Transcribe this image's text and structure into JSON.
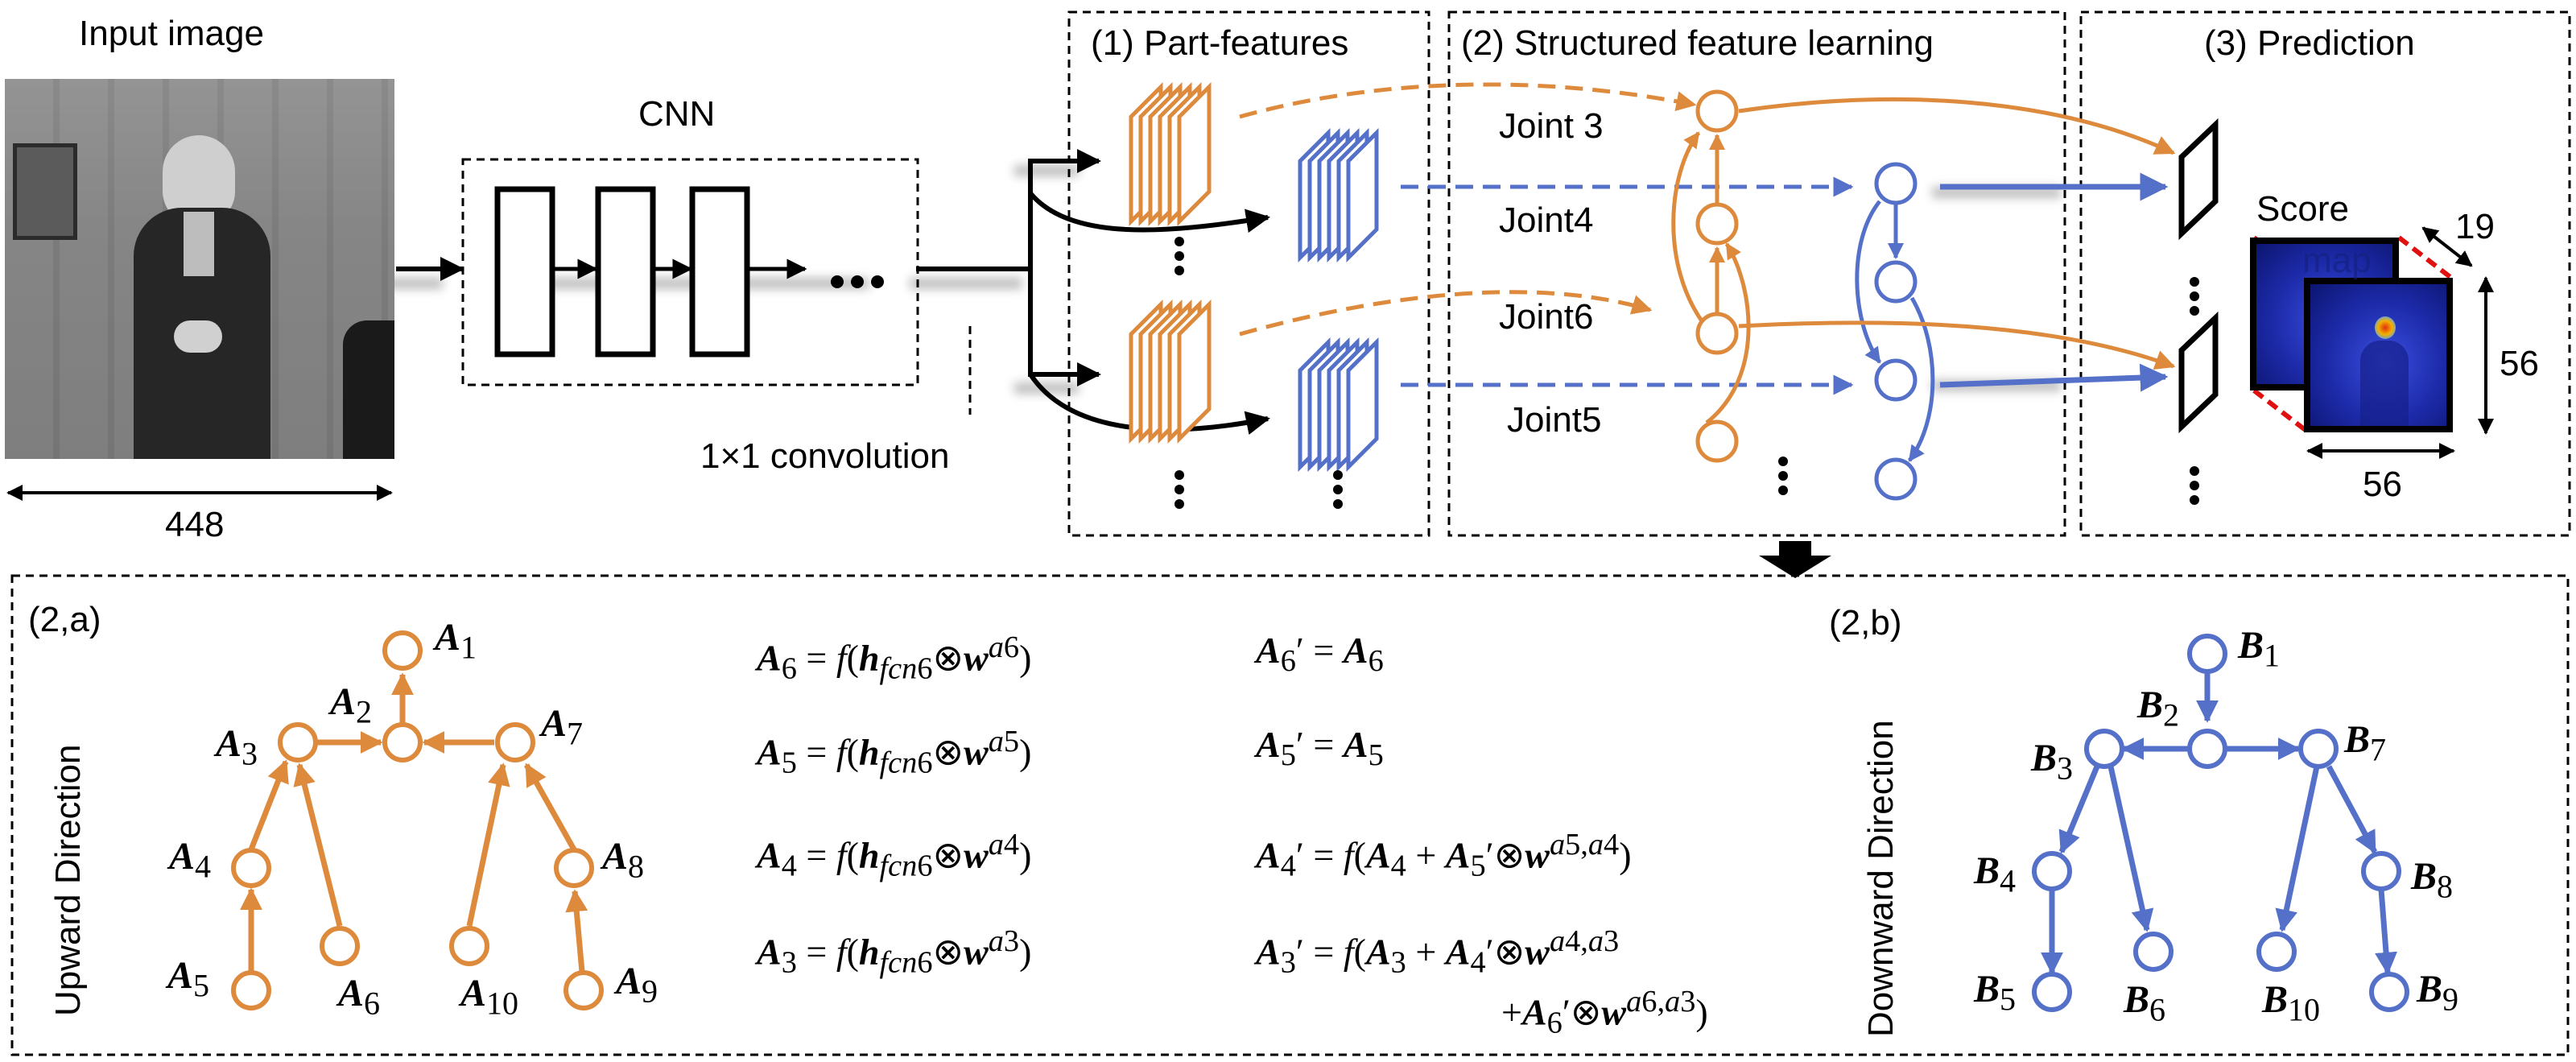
{
  "labels": {
    "input_image": "Input image",
    "input_size": "448",
    "cnn": "CNN",
    "conv": "1×1 convolution",
    "dots": "•••"
  },
  "stages": {
    "s1": "(1) Part-features",
    "s2": "(2) Structured feature learning",
    "s3": "(3) Prediction"
  },
  "joints": [
    "Joint 3",
    "Joint4",
    "Joint6",
    "Joint5"
  ],
  "score_map": {
    "title_line1": "Score",
    "title_line2": "map",
    "depth": "19",
    "height": "56",
    "width": "56"
  },
  "panel_a": {
    "tag": "(2,a)",
    "direction": "Upward Direction"
  },
  "panel_b": {
    "tag": "(2,b)",
    "direction": "Downward Direction"
  },
  "tree_a_nodes": [
    "A1",
    "A2",
    "A3",
    "A4",
    "A5",
    "A6",
    "A7",
    "A8",
    "A9",
    "A10"
  ],
  "tree_b_nodes": [
    "B1",
    "B2",
    "B3",
    "B4",
    "B5",
    "B6",
    "B7",
    "B8",
    "B9",
    "B10"
  ],
  "equations_left": [
    "A6 = f(hfcn6 ⊗ w^a6)",
    "A5 = f(hfcn6 ⊗ w^a5)",
    "A4 = f(hfcn6 ⊗ w^a4)",
    "A3 = f(hfcn6 ⊗ w^a3)"
  ],
  "equations_right": [
    "A6′ = A6",
    "A5′ = A5",
    "A4′ = f(A4 + A5′ ⊗ w^(a5,a4))",
    "A3′ = f(A3 + A4′ ⊗ w^(a4,a3) + A6′ ⊗ w^(a6,a3))"
  ],
  "colors": {
    "orange": "#dd8a3c",
    "blue": "#5470c8",
    "black": "#000000"
  }
}
